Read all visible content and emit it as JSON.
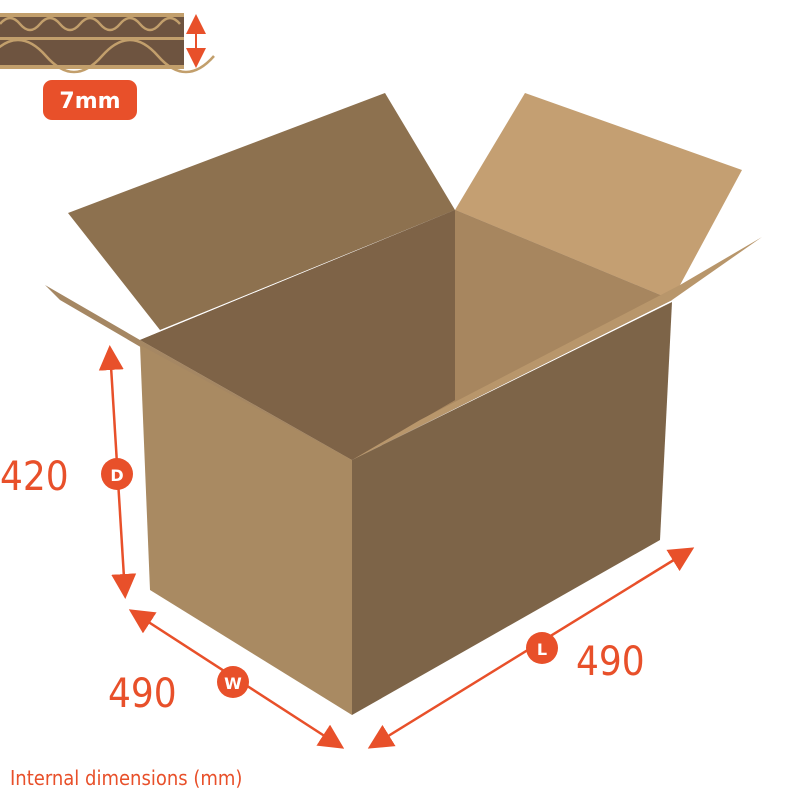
{
  "flute": {
    "thickness_label": "7mm"
  },
  "dimensions": {
    "depth": {
      "badge": "D",
      "value": "420"
    },
    "width": {
      "badge": "W",
      "value": "490"
    },
    "length": {
      "badge": "L",
      "value": "490"
    }
  },
  "caption": "Internal dimensions (mm)",
  "colors": {
    "accent": "#e8502a",
    "cardboard": "#a98a62",
    "cardboard_dark": "#7d6448"
  }
}
